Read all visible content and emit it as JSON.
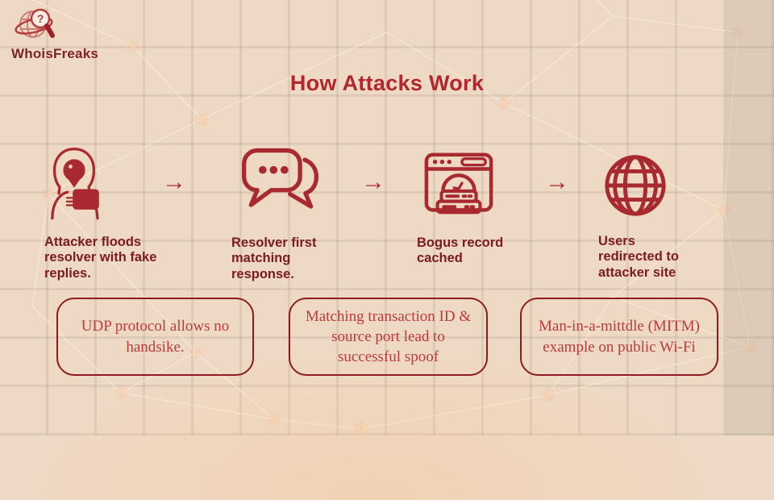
{
  "page": {
    "background": "#eed9c4",
    "accent_red": "#b3262e",
    "icon_red": "#a8292f",
    "caption_maroon": "#7c1b20",
    "note_border": "#8e1b22",
    "note_text_color": "#bc3a41"
  },
  "logo": {
    "brand": "WhoisFreaks",
    "icon": "globe-magnifier-question-icon"
  },
  "title": "How Attacks Work",
  "flow": {
    "arrow_glyph": "→",
    "steps": [
      {
        "icon": "hooded-attacker-laptop-icon",
        "caption": "Attacker floods resolver with fake replies."
      },
      {
        "icon": "chat-bubbles-icon",
        "caption": "Resolver first matching response."
      },
      {
        "icon": "browser-cache-server-icon",
        "caption": "Bogus record cached"
      },
      {
        "icon": "globe-icon",
        "caption": "Users redirected to attacker site"
      }
    ]
  },
  "notes": [
    {
      "text": "UDP protocol allows no handsike."
    },
    {
      "text": "Matching transaction ID & source port lead to successful spoof"
    },
    {
      "text": "Man-in-a-mittdle (MITM) example on public Wi-Fi"
    }
  ]
}
